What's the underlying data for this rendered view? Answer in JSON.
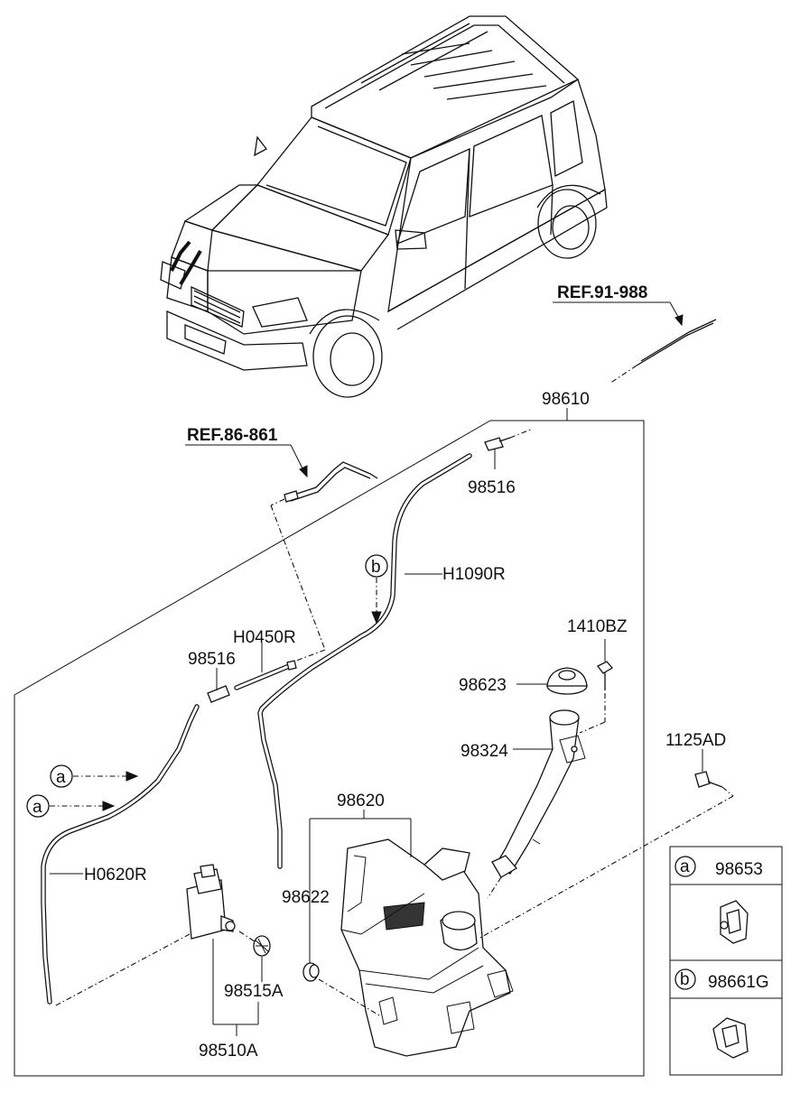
{
  "diagram": {
    "references": [
      {
        "id": "ref-91-988",
        "text": "REF.91-988"
      },
      {
        "id": "ref-86-861",
        "text": "REF.86-861"
      }
    ],
    "labels": {
      "assembly": "98610",
      "connector_top": "98516",
      "hose_long": "H1090R",
      "hose_short": "H0450R",
      "connector_left": "98516",
      "bolt_top": "1410BZ",
      "cap": "98623",
      "filler_neck": "98324",
      "bolt_right": "1125AD",
      "reservoir": "98620",
      "grommet": "98622",
      "hose_left": "H0620R",
      "filter": "98515A",
      "pump": "98510A",
      "callout_b": "b",
      "callout_a1": "a",
      "callout_a2": "a"
    },
    "legend": [
      {
        "key": "a",
        "part": "98653"
      },
      {
        "key": "b",
        "part": "98661G"
      }
    ]
  }
}
